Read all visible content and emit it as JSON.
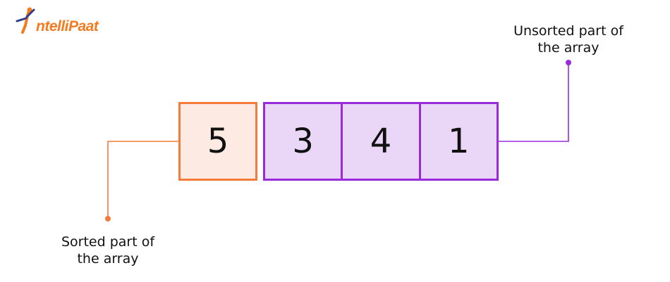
{
  "logo": {
    "text": "ntelliPaat"
  },
  "labels": {
    "unsorted": "Unsorted part of the array",
    "sorted": "Sorted part of the array"
  },
  "array": {
    "sorted": [
      "5"
    ],
    "unsorted": [
      "3",
      "4",
      "1"
    ]
  },
  "colors": {
    "sorted_border": "#f47b3a",
    "sorted_fill": "#fdebe3",
    "unsorted_border": "#9a2bdc",
    "unsorted_fill": "#ead7f7",
    "brand": "#f47b20"
  }
}
